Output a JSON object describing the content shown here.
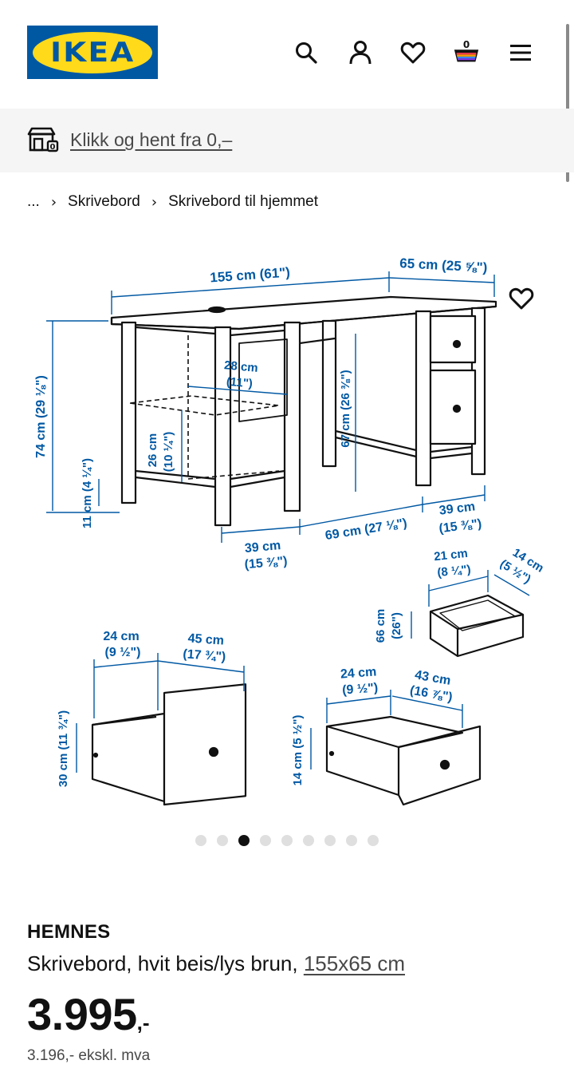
{
  "header": {
    "logo_text": "IKEA",
    "icons": [
      "search-icon",
      "profile-icon",
      "heart-icon",
      "cart-icon",
      "menu-icon"
    ],
    "cart_count": "0"
  },
  "store_bar": {
    "link_text": "Klikk og hent fra 0,–"
  },
  "breadcrumb": {
    "ellipsis": "...",
    "items": [
      "Skrivebord",
      "Skrivebord til hjemmet"
    ]
  },
  "gallery": {
    "total_images": 9,
    "active_index": 2
  },
  "diagram": {
    "dims": {
      "width": "155 cm (61\")",
      "depth": "65 cm (25 ⅝\")",
      "height": "74 cm (29 ⅛\")",
      "legroom_h": "67 cm (26 ⅜\")",
      "shelf_d1": "28 cm",
      "shelf_d2": "(11\")",
      "shelf_h1": "26 cm",
      "shelf_h2": "(10 ¼\")",
      "floor_clearance": "11 cm (4 ¼\")",
      "bottom_left1": "39 cm",
      "bottom_left2": "(15 ⅜\")",
      "bottom_mid": "69 cm (27 ⅛\")",
      "bottom_right1": "39 cm",
      "bottom_right2": "(15 ⅜\")",
      "small_w1": "21 cm",
      "small_w2": "(8 ¼\")",
      "small_d1": "14 cm",
      "small_d2": "(5 ½\")",
      "small_h1": "66 cm",
      "small_h2": "(26\")",
      "big_w1": "24 cm",
      "big_w2": "(9 ½\")",
      "big_d1": "45 cm",
      "big_d2": "(17 ¾\")",
      "big_h": "30 cm (11 ¾\")",
      "mid_w1": "24 cm",
      "mid_w2": "(9 ½\")",
      "mid_d1": "43 cm",
      "mid_d2": "(16 ⅞\")",
      "mid_h": "14 cm (5 ½\")"
    }
  },
  "product": {
    "name": "HEMNES",
    "description": "Skrivebord, hvit beis/lys brun,",
    "size": "155x65 cm",
    "price_main": "3.995",
    "price_suffix": ",-",
    "price_excl_vat": "3.196,- ekskl. mva"
  },
  "colors": {
    "ikea_blue": "#0058a3",
    "ikea_yellow": "#ffda1a",
    "dimension_blue": "#0058a3"
  }
}
